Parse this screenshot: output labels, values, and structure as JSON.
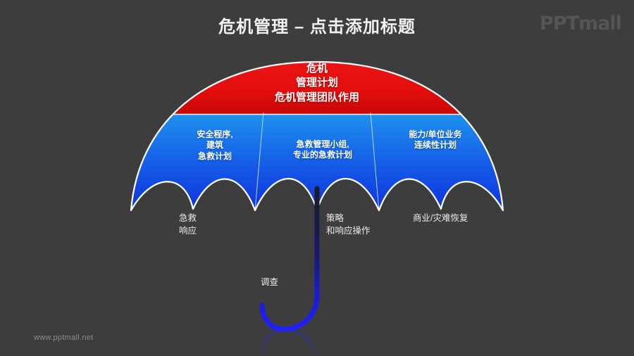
{
  "slide": {
    "title": "危机管理 – 点击添加标题",
    "brand_logo": "PPTmall",
    "footer_url": "www.pptmall.net",
    "background_color": "#3d3d3d"
  },
  "umbrella": {
    "top_panel": {
      "color": "#e51111",
      "text": "危机\n管理计划\n危机管理团队作用"
    },
    "panels": [
      {
        "name": "left",
        "text": "安全程序,\n建筑\n急救计划",
        "color_top": "#29b6f0",
        "color_bottom": "#1136dd"
      },
      {
        "name": "middle",
        "text": "急救管理小组,\n专业的急救计划",
        "color_top": "#29b6f0",
        "color_bottom": "#1136dd"
      },
      {
        "name": "right",
        "text": "能力/单位业务\n连续性计划",
        "color_top": "#29b6f0",
        "color_bottom": "#1136dd"
      }
    ],
    "rib_labels": [
      {
        "name": "left",
        "text": "急救\n响应"
      },
      {
        "name": "middle",
        "text": "策略\n和响应操作"
      },
      {
        "name": "right",
        "text": "商业/灾难恢复"
      }
    ],
    "handle_label": "调查",
    "handle_color": "#1a1aee",
    "outline_color": "#ffffff"
  }
}
